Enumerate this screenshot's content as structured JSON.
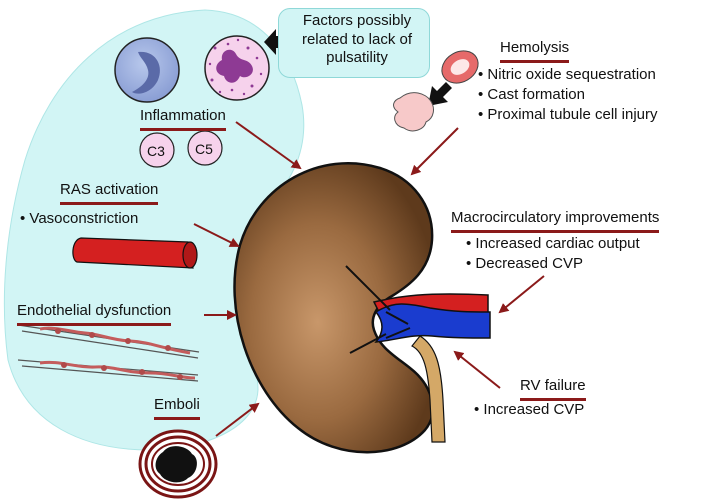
{
  "factors_box": {
    "text": "Factors possibly related to lack of pulsatility"
  },
  "inflammation": {
    "title": "Inflammation",
    "complement": [
      "C3",
      "C5"
    ]
  },
  "hemolysis": {
    "title": "Hemolysis",
    "bullets": [
      "Nitric oxide sequestration",
      "Cast formation",
      "Proximal tubule cell injury"
    ]
  },
  "ras": {
    "title": "RAS activation",
    "bullets": [
      "Vasoconstriction"
    ]
  },
  "endothelial": {
    "title": "Endothelial dysfunction"
  },
  "macro": {
    "title": "Macrocirculatory improvements",
    "bullets": [
      "Increased cardiac output",
      "Decreased CVP"
    ]
  },
  "rv": {
    "title": "RV failure",
    "bullets": [
      "Increased CVP"
    ]
  },
  "emboli": {
    "title": "Emboli"
  },
  "colors": {
    "background_region": "#d2f5f5",
    "underline": "#8b1a1a",
    "arrow": "#8b1a1a",
    "kidney": "#8a5a34",
    "vein": "#1a3ccf",
    "artery": "#d42020",
    "ureter": "#d4a867"
  }
}
